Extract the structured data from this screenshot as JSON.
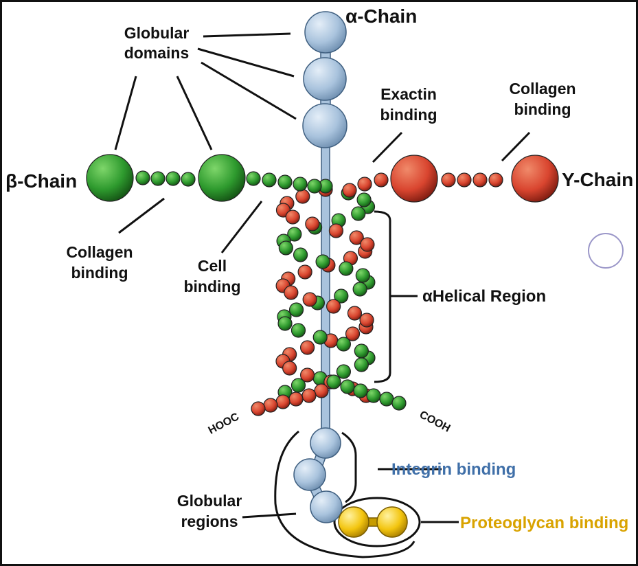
{
  "labels": {
    "alpha_chain": "α-Chain",
    "beta_chain": "β-Chain",
    "gamma_chain": "Y-Chain",
    "globular_domains_line1": "Globular",
    "globular_domains_line2": "domains",
    "exactin_line1": "Exactin",
    "exactin_line2": "binding",
    "collagen_right_line1": "Collagen",
    "collagen_right_line2": "binding",
    "collagen_left_line1": "Collagen",
    "collagen_left_line2": "binding",
    "cell_line1": "Cell",
    "cell_line2": "binding",
    "helical_region": "αHelical Region",
    "hooc": "HOOC",
    "cooh": "COOH",
    "integrin_binding": "Integrin binding",
    "globular_regions_line1": "Globular",
    "globular_regions_line2": "regions",
    "proteoglycan_binding": "Proteoglycan binding"
  },
  "colors": {
    "alpha": "#a9c3dd",
    "beta": "#2e9a2e",
    "gamma": "#d9452f",
    "proteoglycan": "#f3c50f",
    "integrin_text": "#3f6fa8",
    "proteoglycan_text": "#d9a300"
  }
}
